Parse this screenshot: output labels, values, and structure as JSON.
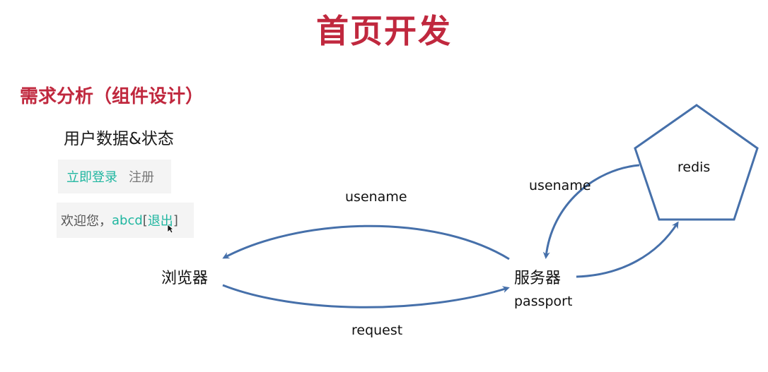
{
  "title": "首页开发",
  "section": "需求分析（组件设计）",
  "user_state_label": "用户数据&状态",
  "login_box": {
    "login": "立即登录",
    "register": "注册"
  },
  "welcome_box": {
    "greeting": "欢迎您，",
    "username": "abcd",
    "bracket_open": "[",
    "logout": "退出",
    "bracket_close": "]"
  },
  "nodes": {
    "browser": "浏览器",
    "server": "服务器",
    "server_sub": "passport",
    "redis": "redis"
  },
  "edges": {
    "server_to_browser": "usename",
    "browser_to_server": "request",
    "redis_to_server": "usename"
  },
  "colors": {
    "title": "#c0283e",
    "arrow": "#4670aa",
    "link_green": "#1fb6a0"
  }
}
